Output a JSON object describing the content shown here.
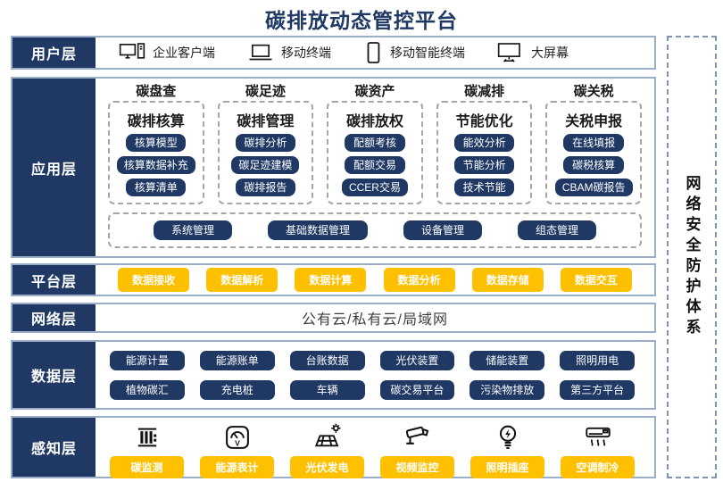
{
  "title": "碳排放动态管控平台",
  "security_sidebar": {
    "label": "网络安全防护体系"
  },
  "colors": {
    "navy": "#1F3864",
    "orange": "#FFC000",
    "row_border": "#9BAEC8",
    "dashed_gray": "#A6A6A6"
  },
  "layers": {
    "user": {
      "label": "用户层",
      "devices": [
        {
          "name": "企业客户端",
          "icon": "desktop-pc-icon"
        },
        {
          "name": "移动终端",
          "icon": "laptop-icon"
        },
        {
          "name": "移动智能终端",
          "icon": "smartphone-icon"
        },
        {
          "name": "大屏幕",
          "icon": "big-screen-icon"
        }
      ]
    },
    "application": {
      "label": "应用层",
      "modules": [
        {
          "header": "碳盘查",
          "title": "碳排核算",
          "items": [
            "核算模型",
            "核算数据补充",
            "核算清单"
          ]
        },
        {
          "header": "碳足迹",
          "title": "碳排管理",
          "items": [
            "碳排分析",
            "碳足迹建模",
            "碳排报告"
          ]
        },
        {
          "header": "碳资产",
          "title": "碳排放权",
          "items": [
            "配额考核",
            "配额交易",
            "CCER交易"
          ]
        },
        {
          "header": "碳减排",
          "title": "节能优化",
          "items": [
            "能效分析",
            "节能分析",
            "技术节能"
          ]
        },
        {
          "header": "碳关税",
          "title": "关税申报",
          "items": [
            "在线填报",
            "碳税核算",
            "CBAM碳报告"
          ]
        }
      ],
      "common": [
        "系统管理",
        "基础数据管理",
        "设备管理",
        "组态管理"
      ]
    },
    "platform": {
      "label": "平台层",
      "items": [
        "数据接收",
        "数据解析",
        "数据计算",
        "数据分析",
        "数据存储",
        "数据交互"
      ]
    },
    "network": {
      "label": "网络层",
      "text": "公有云/私有云/局域网"
    },
    "data": {
      "label": "数据层",
      "rows": [
        [
          "能源计量",
          "能源账单",
          "台账数据",
          "光伏装置",
          "储能装置",
          "照明用电"
        ],
        [
          "植物碳汇",
          "充电桩",
          "车辆",
          "碳交易平台",
          "污染物排放",
          "第三方平台"
        ]
      ]
    },
    "perception": {
      "label": "感知层",
      "sensors": [
        {
          "name": "碳监测",
          "icon": "carbon-monitor-icon"
        },
        {
          "name": "能源表计",
          "icon": "energy-meter-icon"
        },
        {
          "name": "光伏发电",
          "icon": "solar-power-icon"
        },
        {
          "name": "视频监控",
          "icon": "cctv-camera-icon"
        },
        {
          "name": "照明插座",
          "icon": "light-bulb-icon"
        },
        {
          "name": "空调制冷",
          "icon": "air-conditioner-icon"
        }
      ]
    }
  }
}
